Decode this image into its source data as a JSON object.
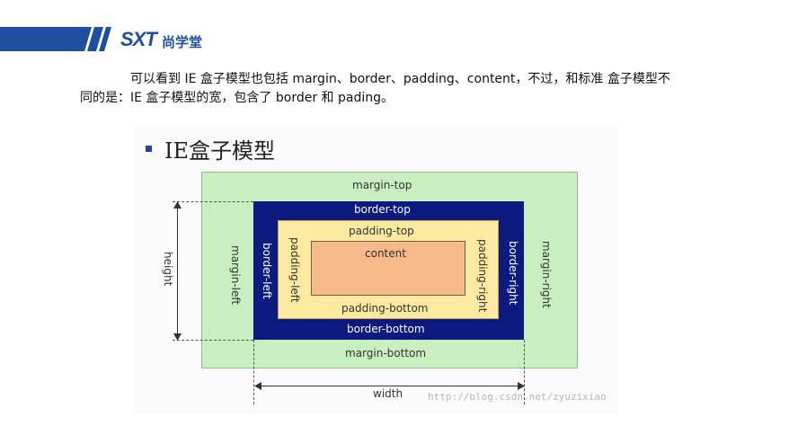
{
  "brand": {
    "logo_text": "SXT",
    "logo_cn": "尚学堂"
  },
  "paragraph": {
    "line1": "可以看到 IE 盒子模型也包括 margin、border、padding、content，不过，和标准 盒子模型不",
    "line2": "同的是：IE 盒子模型的宽，包含了 border 和 pading。"
  },
  "diagram": {
    "title": "IE盒子模型",
    "margin_top": "margin-top",
    "margin_bottom": "margin-bottom",
    "margin_left": "margin-left",
    "margin_right": "margin-right",
    "border_top": "border-top",
    "border_bottom": "border-bottom",
    "border_left": "border-left",
    "border_right": "border-right",
    "padding_top": "padding-top",
    "padding_bottom": "padding-bottom",
    "padding_left": "padding-left",
    "padding_right": "padding-right",
    "content": "content",
    "height": "height",
    "width": "width",
    "watermark": "http://blog.csdn.net/zyuzixiao"
  },
  "colors": {
    "brand": "#1d4ea0",
    "margin": "#c9efc0",
    "border": "#0d1a80",
    "padding": "#fbeaa0",
    "content": "#f6b98a"
  }
}
